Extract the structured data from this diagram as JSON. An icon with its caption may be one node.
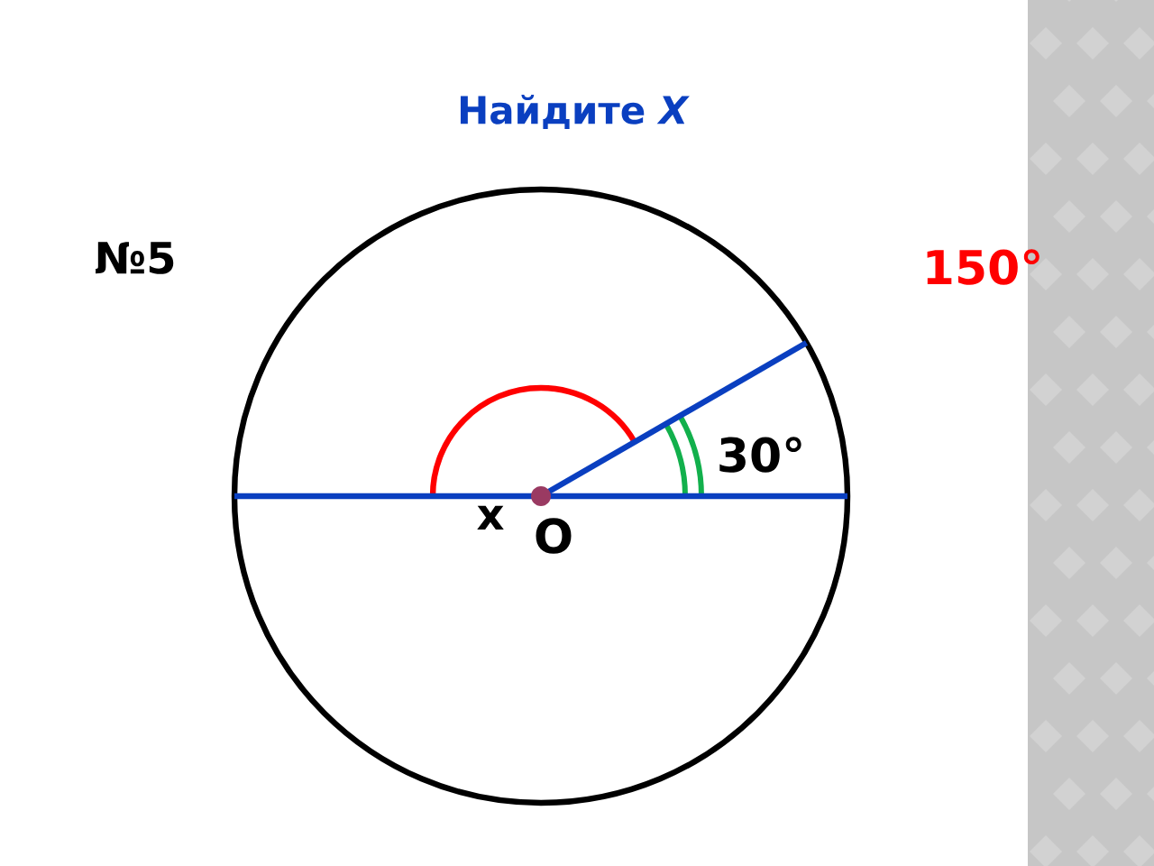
{
  "diagram": {
    "title": "Найдите *X*",
    "labels": [
      "№5",
      "150°",
      "30°",
      "x",
      "O"
    ]
  }
}
